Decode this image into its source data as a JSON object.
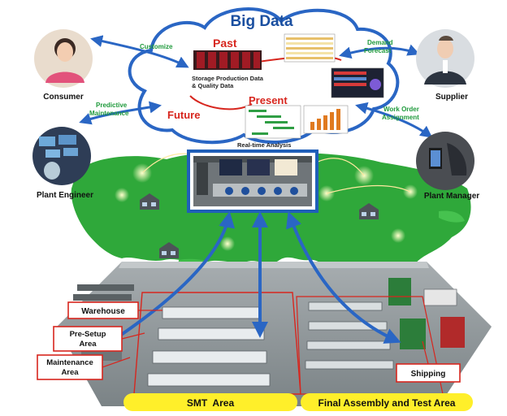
{
  "cloud": {
    "title": "Big Data",
    "past": "Past",
    "past_caption_1": "Storage Production Data",
    "past_caption_2": "& Quality Data",
    "present": "Present",
    "present_caption": "Real-time Analysis",
    "future": "Future"
  },
  "connections": {
    "customize": "Customize",
    "demand_1": "Demand",
    "demand_2": "Forecast",
    "predictive_1": "Predictive",
    "predictive_2": "Maintenance",
    "work_order_1": "Work Order",
    "work_order_2": "Assignment"
  },
  "roles": {
    "consumer": "Consumer",
    "supplier": "Supplier",
    "plant_engineer": "Plant Engineer",
    "plant_manager": "Plant Manager"
  },
  "areas": {
    "warehouse": "Warehouse",
    "presetup_1": "Pre-Setup",
    "presetup_2": "Area",
    "maintenance_1": "Maintenance",
    "maintenance_2": "Area",
    "shipping": "Shipping",
    "smt": "SMT  Area",
    "final_assembly": "Final Assembly and Test Area"
  },
  "colors": {
    "title_blue": "#1a4fa0",
    "accent_red": "#d7261e",
    "connector_green": "#1f9a3c",
    "arrow_blue": "#2a66c4",
    "map_green": "#2fa83a",
    "zone_yellow": "#ffef2a",
    "floor_gray": "#8c9396"
  }
}
